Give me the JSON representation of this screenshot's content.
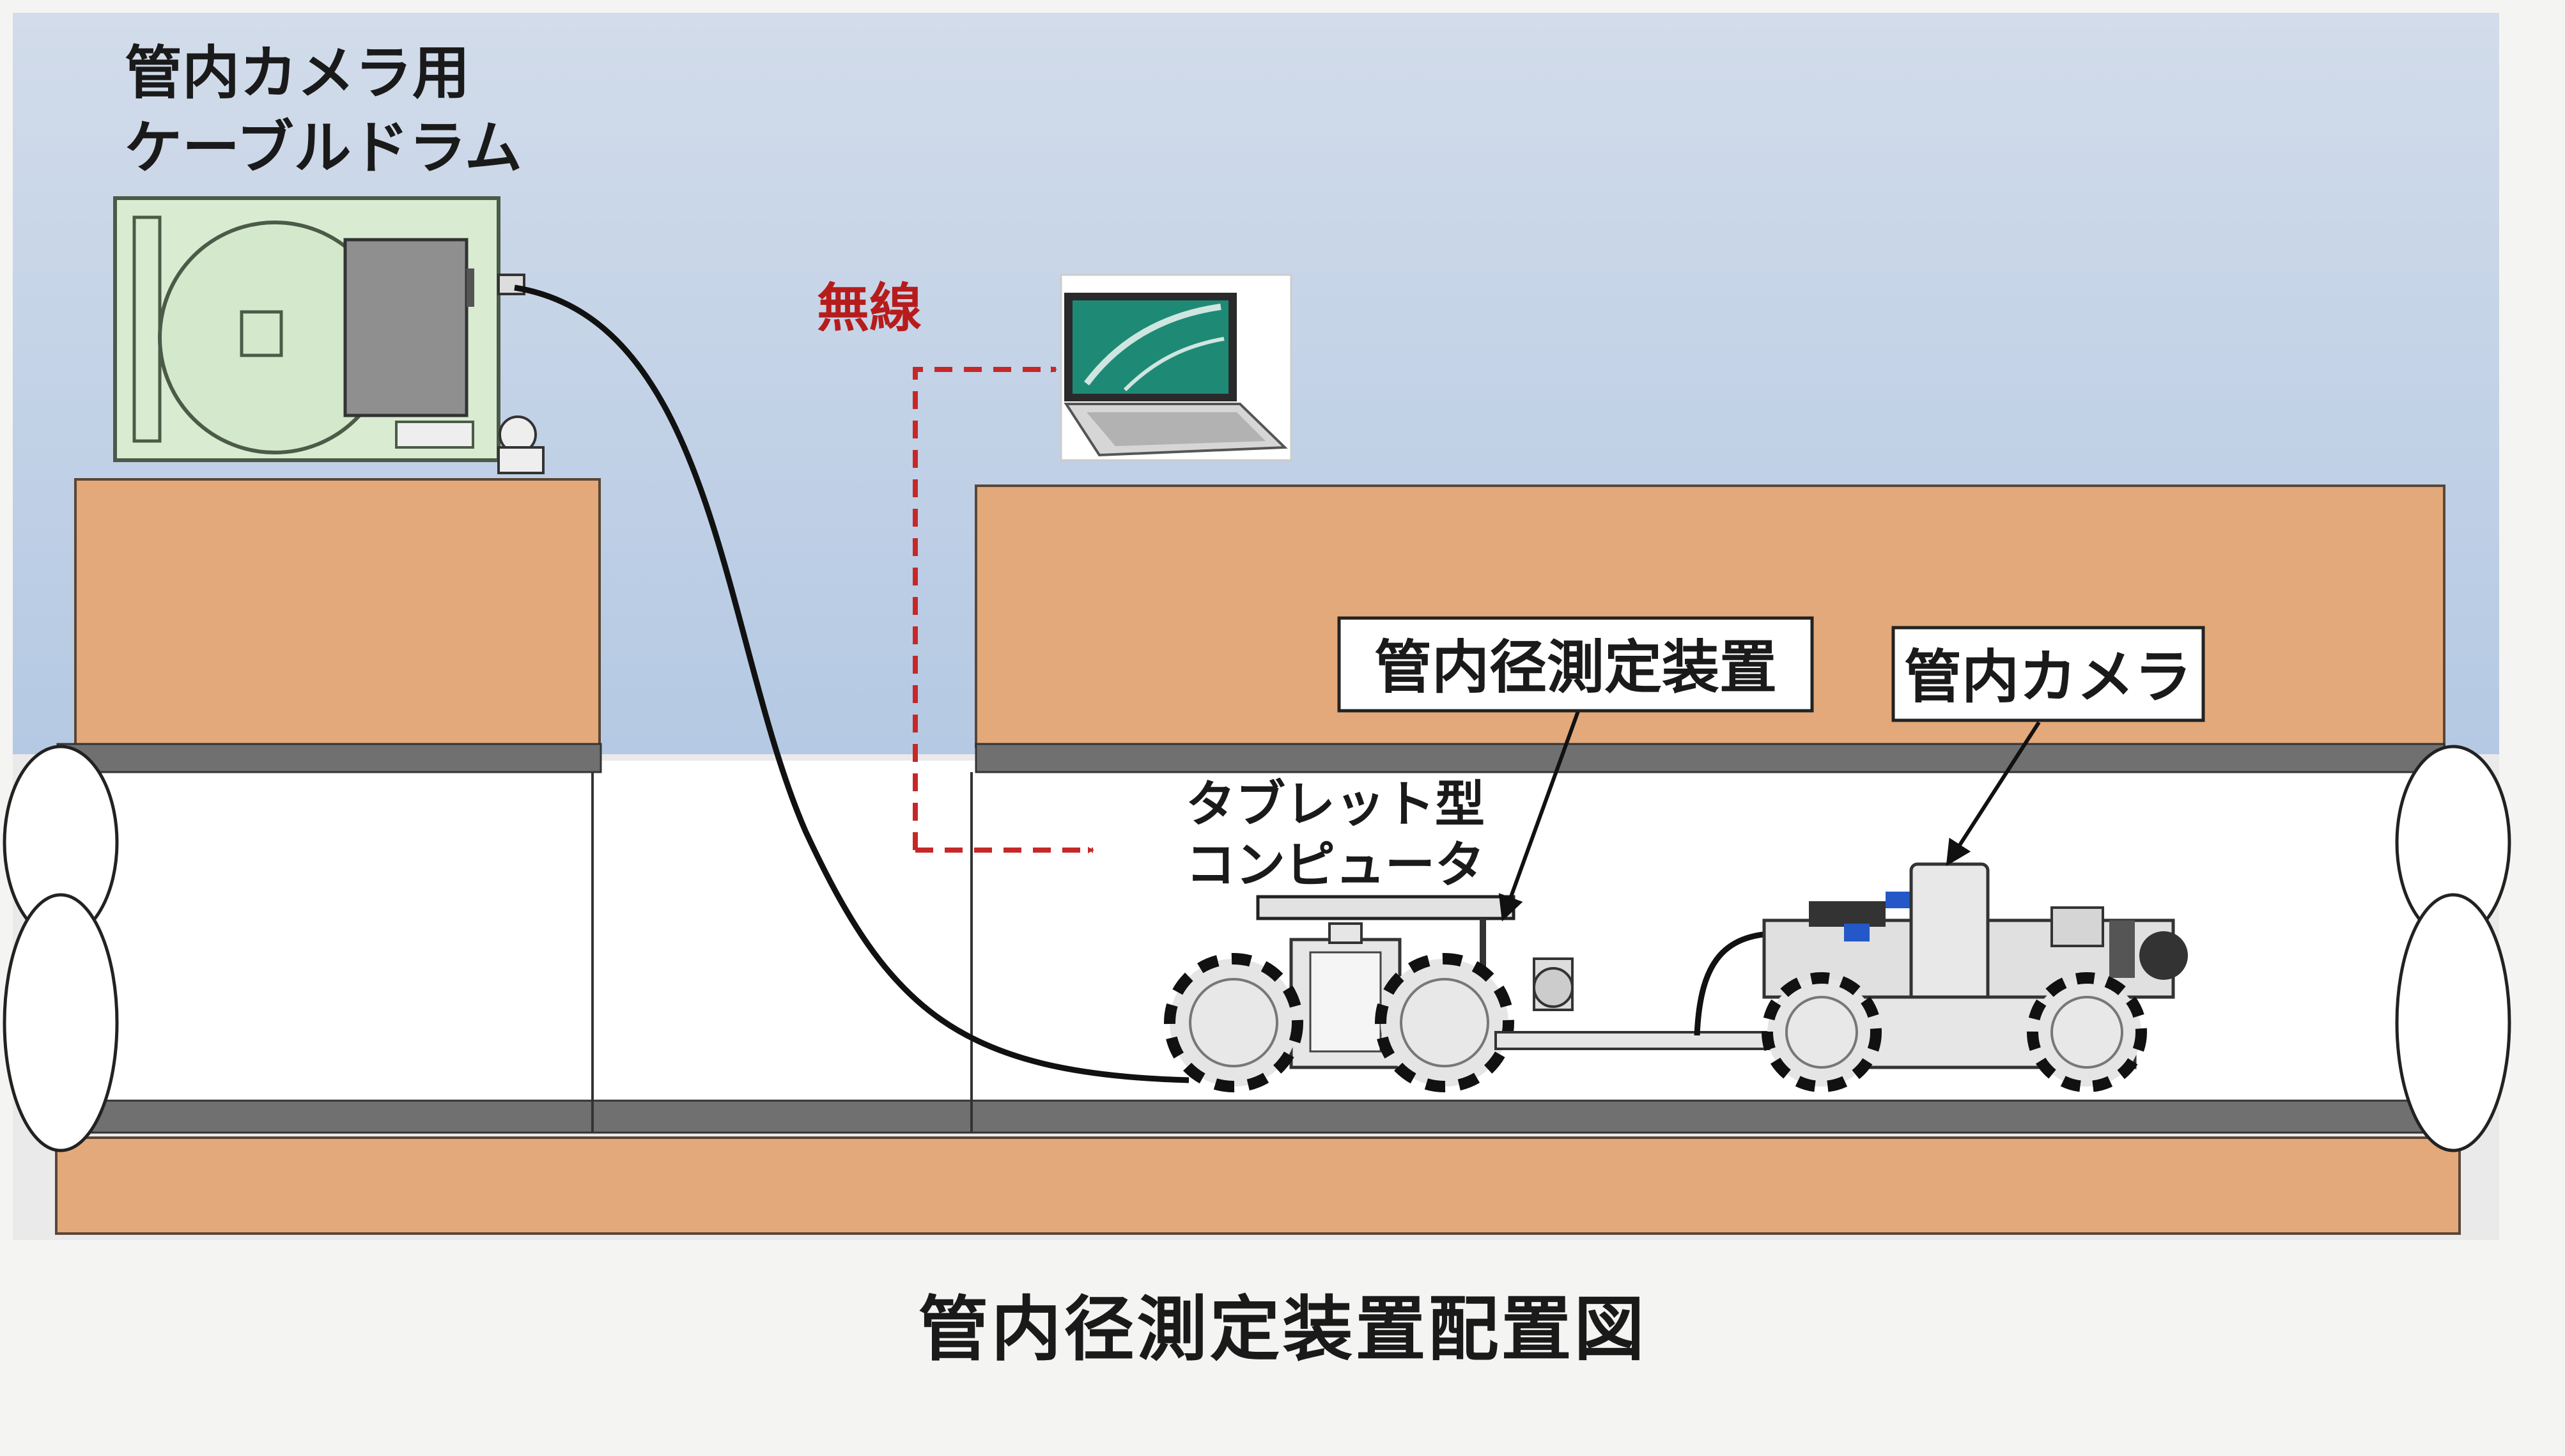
{
  "labels": {
    "cable_drum_line1": "管内カメラ用",
    "cable_drum_line2": "ケーブルドラム",
    "wireless": "無線",
    "measuring_device": "管内径測定装置",
    "pipe_camera": "管内カメラ",
    "tablet_line1": "タブレット型",
    "tablet_line2": "コンピュータ"
  },
  "caption": "管内径測定装置配置図",
  "colors": {
    "sky_top": "#ccd9ea",
    "sky_bottom": "#b6cbe5",
    "soil": "#e3a97a",
    "soil_edge": "#5a4636",
    "pipe_wall": "#707070",
    "wireless_arrow": "#c62828",
    "wireless_text": "#b71c1c",
    "drum_green": "#d9ecd2",
    "laptop_screen": "#1e8a76"
  },
  "icons": [
    "cable-drum-icon",
    "laptop-icon",
    "measuring-cart-icon",
    "camera-robot-icon"
  ]
}
